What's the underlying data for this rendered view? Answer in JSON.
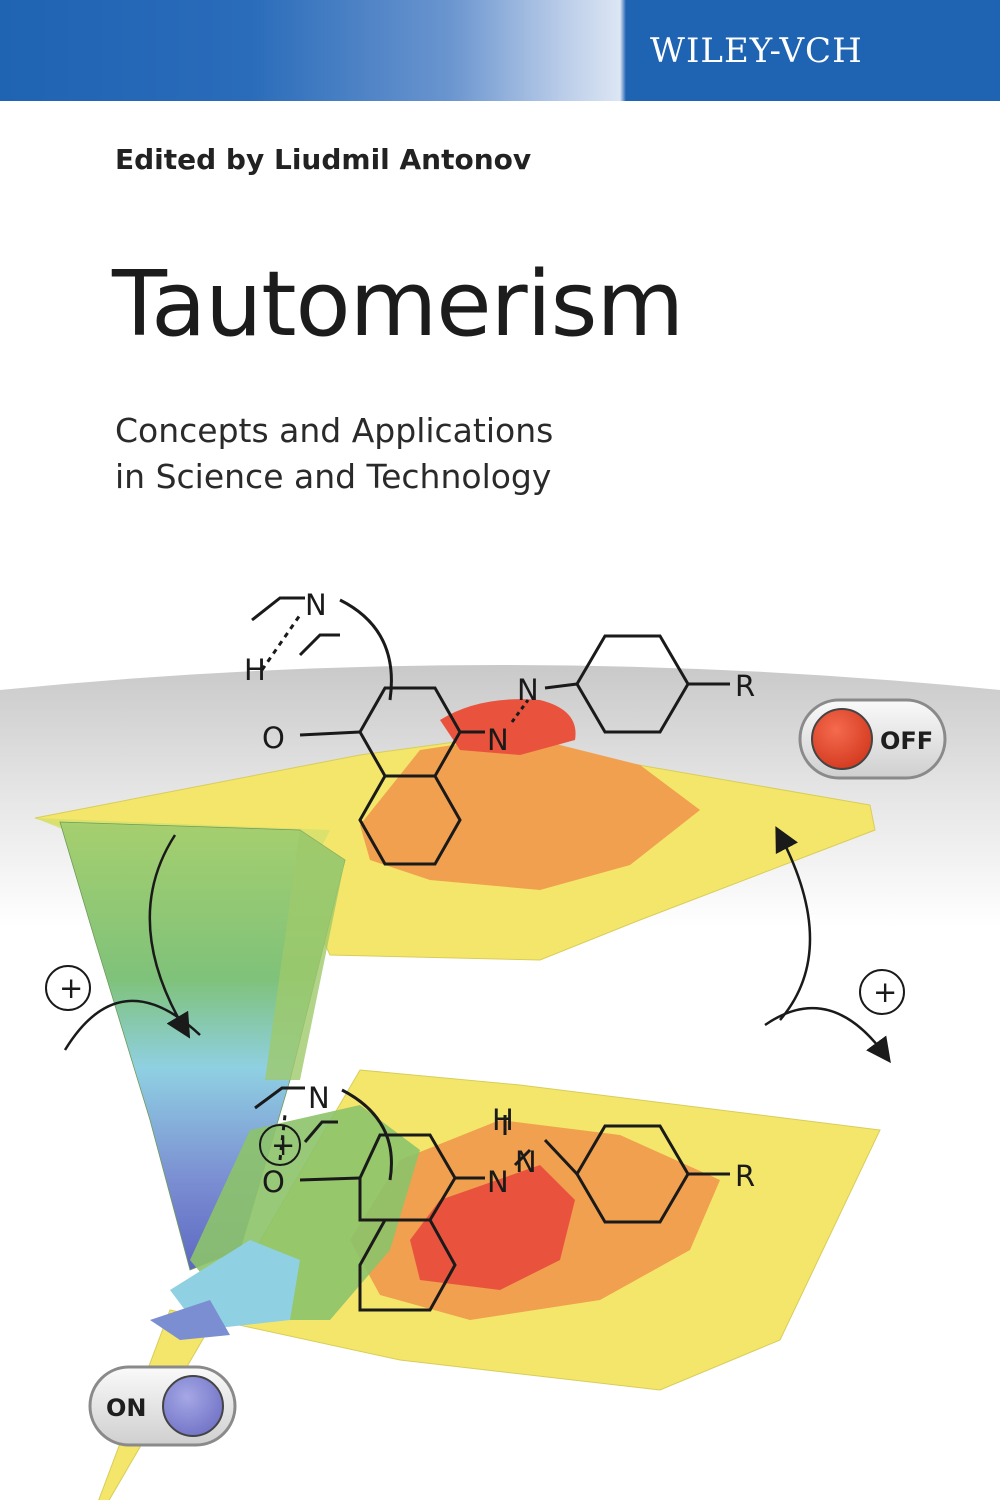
{
  "cover": {
    "publisher": "WILEY-VCH",
    "editor_line": "Edited by Liudmil Antonov",
    "title": "Tautomerism",
    "subtitle_line1": "Concepts and Applications",
    "subtitle_line2": "in Science and Technology"
  },
  "switches": {
    "off_label": "OFF",
    "on_label": "ON"
  },
  "atoms": {
    "N": "N",
    "H": "H",
    "O": "O",
    "R": "R",
    "plus": "+"
  },
  "colors": {
    "band_blue": "#1f63b3",
    "surface_yellow": "#f3e66a",
    "surface_orange": "#f0a04e",
    "surface_red": "#e9533e",
    "surface_green": "#8cc36a",
    "surface_cyan": "#8fd0e2",
    "surface_blue": "#7b8ed2",
    "off_knob": "#e7472e",
    "on_knob": "#8c8ed6"
  }
}
